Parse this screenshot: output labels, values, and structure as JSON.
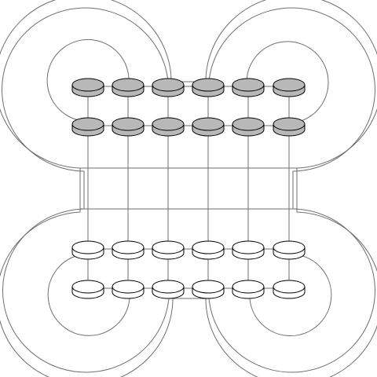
{
  "diagram": {
    "background": "#ffffff",
    "stroke_color": "#6e6e6e",
    "outline_color": "#000000",
    "filled_color": "#b8b8b8",
    "empty_color": "#ffffff",
    "rows": [
      {
        "name": "top-row-1",
        "fill": "filled",
        "count": 6
      },
      {
        "name": "top-row-2",
        "fill": "filled",
        "count": 6
      },
      {
        "name": "bottom-row-1",
        "fill": "empty",
        "count": 6
      },
      {
        "name": "bottom-row-2",
        "fill": "empty",
        "count": 6
      }
    ]
  }
}
